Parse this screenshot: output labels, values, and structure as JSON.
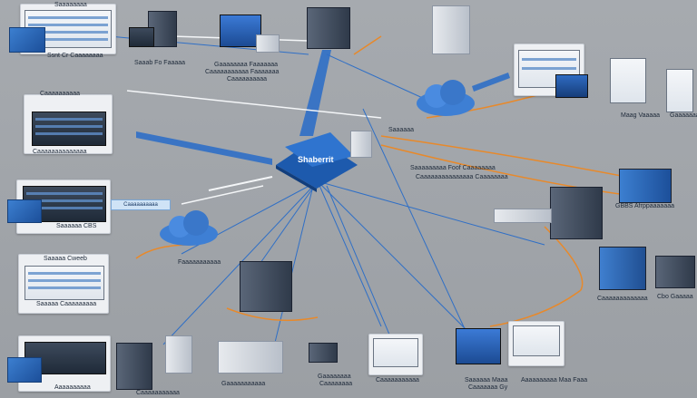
{
  "labels": {
    "top_left_panel": "Saaaaaaaa",
    "top_left_caption": "Ssnt Cr Caaaaaaaa",
    "laptop_caption": "Saaab Fo Faaaaa",
    "center_top_caption_1": "Gaaaaaaaa Faaaaaaa",
    "center_top_caption_2": "Caaaaaaaaaaa Faaaaaaa",
    "center_top_caption_3": "Caaaaaaaaaa",
    "left_panel_2_title": "Caaaaaaaaaa",
    "left_panel_2_caption": "Caaaaaaaaaaaaaa",
    "hub": "Shaberrit",
    "hub_side": "Saaaaaa",
    "center_right_caption_1": "Saaaaaaaaa Foof Caaaaaaaa",
    "center_right_caption_2": "Caaaaaaaaaaaaaaa Caaaaaaaa",
    "left_panel_3_tag": "Caaaaaaaaaa",
    "left_panel_3_caption": "Saaaaaa CBS",
    "cloud_mid_caption": "Faaaaaaaaaaa",
    "right_top_caption_1": "Maag Vaaaaa",
    "right_top_caption_2": "Gaaaaaaaa",
    "right_mid_caption": "GBBS Afrppaaaaaaa",
    "left_panel_4_title": "Saaaaa Cweeb",
    "left_panel_4_caption": "Saaaaa Caaaaaaaaa",
    "right_low_caption_1": "Caaaaaaaaaaaaa",
    "right_low_caption_2": "Cbo Gaaaaa",
    "bottom_left_caption": "Aaaaaaaaaa",
    "bottom_left_sub": "Caaaaaaaaaaa",
    "bottom_mid_caption": "Gaaaaaaaaaaa",
    "bottom_center_caption_1": "Gaaaaaaaa",
    "bottom_center_caption_2": "Caaaaaaaa",
    "bottom_center2_caption": "Caaaaaaaaaaa",
    "bottom_right_caption_1": "Saaaaaa Maaa",
    "bottom_right_caption_2": "Caaaaaaa Gy",
    "bottom_right2_caption": "Aaaaaaaaaa Maa Faaa"
  },
  "colors": {
    "link_blue": "#2f6fc6",
    "link_orange": "#e8892a",
    "link_white": "#f4f6f8",
    "accent": "#1f5fb5"
  }
}
